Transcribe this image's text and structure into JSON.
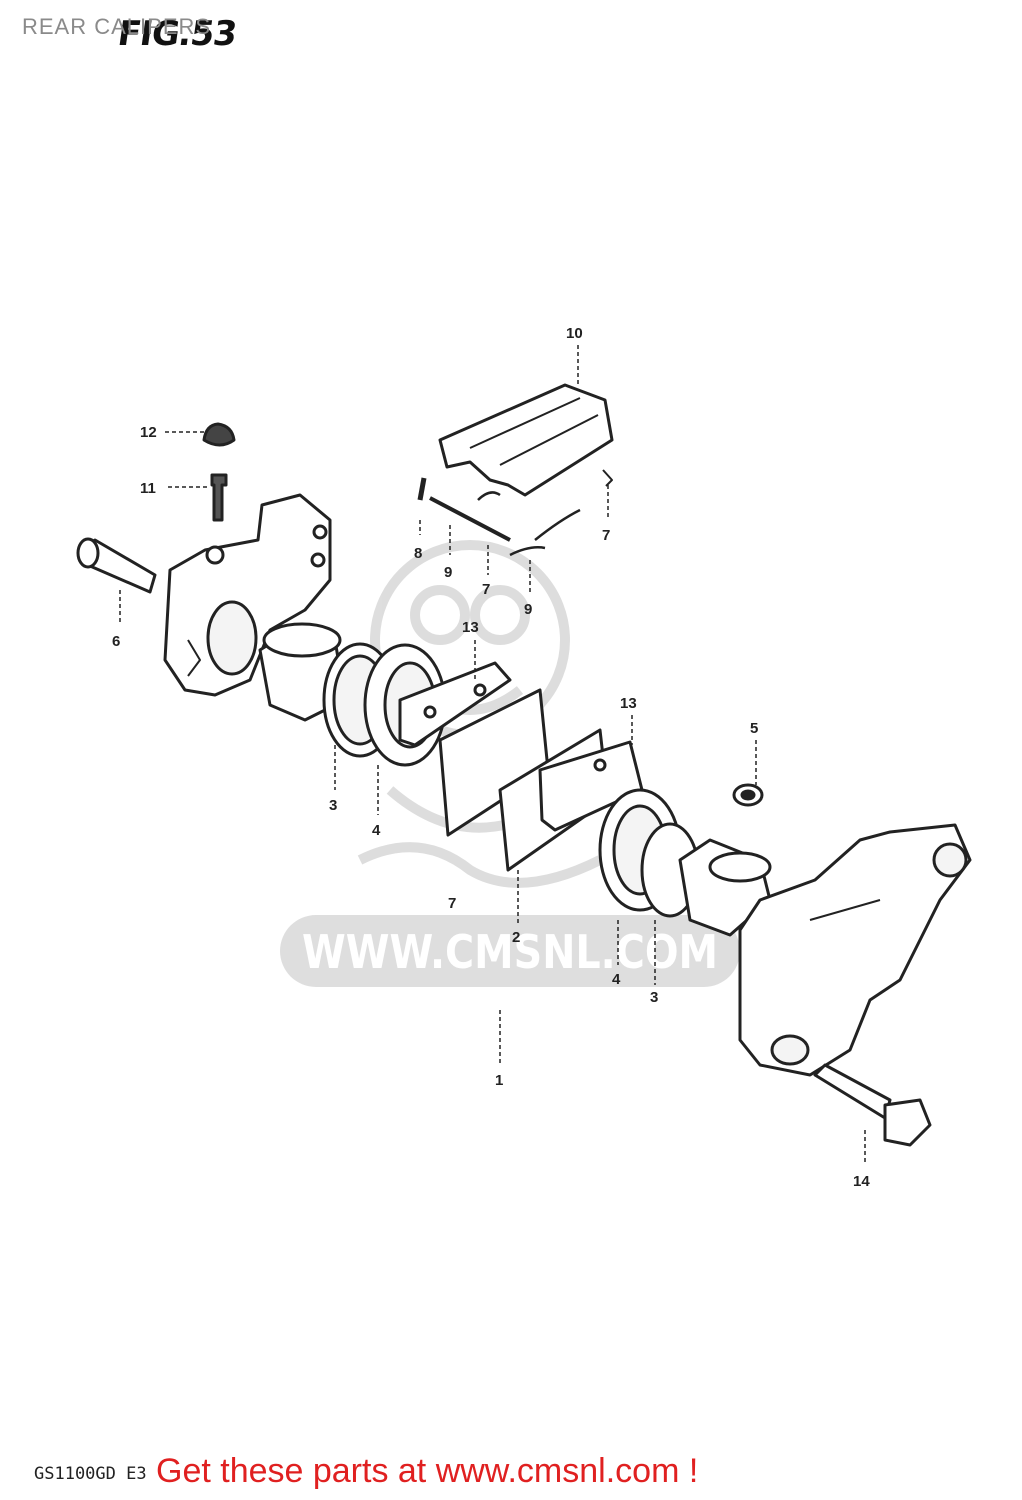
{
  "header": {
    "title": "REAR CALIPERS",
    "figure": "FIG.53"
  },
  "footer": {
    "model": "GS1100GD E3",
    "cta": "Get these parts at www.cmsnl.com !"
  },
  "watermark": {
    "url": "WWW.CMSNL.COM"
  },
  "callouts": [
    {
      "id": "c10",
      "label": "10"
    },
    {
      "id": "c12",
      "label": "12"
    },
    {
      "id": "c11",
      "label": "11"
    },
    {
      "id": "c8",
      "label": "8"
    },
    {
      "id": "c9a",
      "label": "9"
    },
    {
      "id": "c7a",
      "label": "7"
    },
    {
      "id": "c9b",
      "label": "9"
    },
    {
      "id": "c7b",
      "label": "7"
    },
    {
      "id": "c6",
      "label": "6"
    },
    {
      "id": "c13a",
      "label": "13"
    },
    {
      "id": "c13b",
      "label": "13"
    },
    {
      "id": "c5",
      "label": "5"
    },
    {
      "id": "c3a",
      "label": "3"
    },
    {
      "id": "c4a",
      "label": "4"
    },
    {
      "id": "c7c",
      "label": "7"
    },
    {
      "id": "c2",
      "label": "2"
    },
    {
      "id": "c4b",
      "label": "4"
    },
    {
      "id": "c3b",
      "label": "3"
    },
    {
      "id": "c1",
      "label": "1"
    },
    {
      "id": "c14",
      "label": "14"
    }
  ]
}
